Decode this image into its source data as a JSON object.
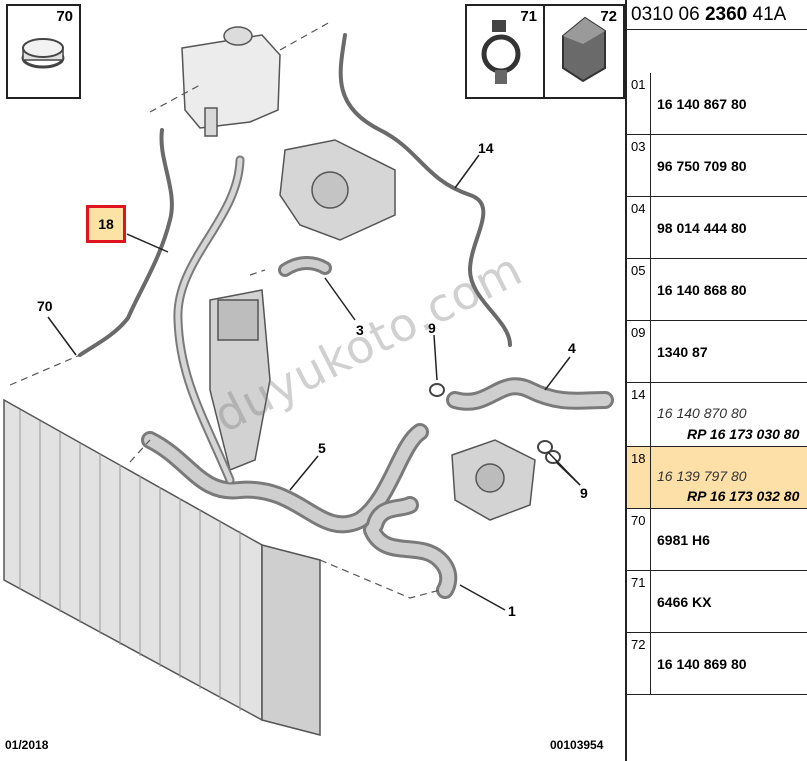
{
  "diagram": {
    "insets": [
      {
        "label": "70"
      },
      {
        "label": "71"
      },
      {
        "label": "72"
      }
    ],
    "callouts": {
      "c14": "14",
      "c3": "3",
      "c70": "70",
      "c9a": "9",
      "c4": "4",
      "c5": "5",
      "c9b": "9",
      "c1": "1"
    },
    "highlighted_callout": "18",
    "watermark": "duyukoto.com",
    "footer_left": "01/2018",
    "footer_right": "00103954"
  },
  "panel": {
    "header_prefix": "0310 06 ",
    "header_bold": "2360",
    "header_suffix": " 41A",
    "rows": [
      {
        "idx": "01",
        "ref": "16 140 867 80"
      },
      {
        "idx": "03",
        "ref": "96 750 709 80"
      },
      {
        "idx": "04",
        "ref": "98 014 444 80"
      },
      {
        "idx": "05",
        "ref": "16 140 868 80"
      },
      {
        "idx": "09",
        "ref": "1340 87"
      },
      {
        "idx": "14",
        "ref": "16 140 870 80",
        "sub": "RP 16 173 030 80"
      },
      {
        "idx": "18",
        "ref": "16 139 797 80",
        "sub": "RP 16 173 032 80"
      },
      {
        "idx": "70",
        "ref": "6981 H6"
      },
      {
        "idx": "71",
        "ref": "6466 KX"
      },
      {
        "idx": "72",
        "ref": "16 140 869 80"
      }
    ]
  },
  "colors": {
    "highlight_fill": "#fde0a8",
    "highlight_border": "#e0141e"
  }
}
